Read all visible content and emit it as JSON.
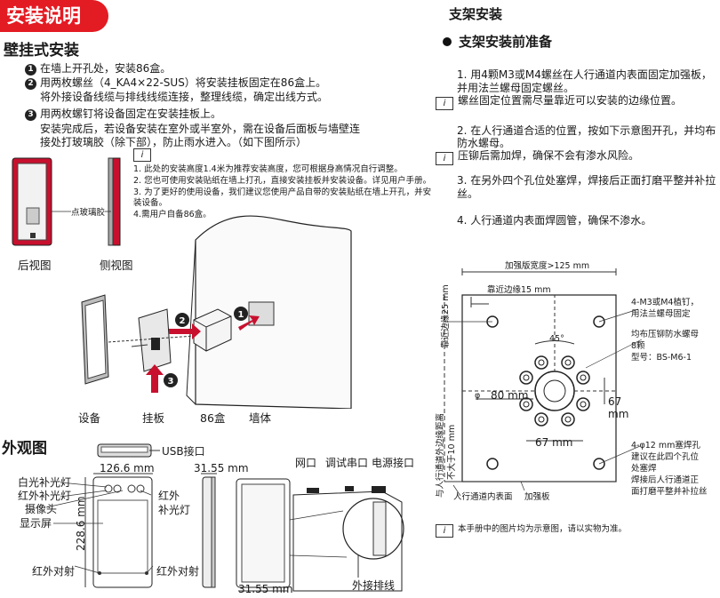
{
  "left": {
    "header": "安装说明",
    "section_wall": "壁挂式安装",
    "steps": [
      {
        "num": "1",
        "text": "在墙上开孔处，安装86盒。"
      },
      {
        "num": "2",
        "text": "用两枚螺丝（4_KA4×22-SUS）将安装挂板固定在86盒上。"
      },
      {
        "num": "",
        "text": "将外接设备线缆与排线线缆连接，整理线缆，确定出线方式。"
      },
      {
        "num": "3",
        "text": "用两枚螺钉将设备固定在安装挂板上。"
      },
      {
        "num": "",
        "text": "安装完成后，若设备安装在室外或半室外，需在设备后面板与墙壁连"
      },
      {
        "num": "",
        "text": "接处打玻璃胶（除下部），防止雨水进入。（如下图所示）"
      }
    ],
    "notes": [
      "1. 此处的安装高度1.4米为推荐安装高度，您可根据身高情况自行调整。",
      "2. 您也可使用安装贴纸在墙上打孔，直接安装挂板并安装设备。详见用户手册。",
      "3. 为了更好的使用设备，我们建议您使用产品自带的安装贴纸在墙上开孔，并安",
      "装设备。",
      "4.需用户自备86盒。"
    ],
    "glue_label": "点玻璃胶",
    "rear_view": "后视图",
    "side_view": "侧视图",
    "parts": {
      "device": "设备",
      "plate": "挂板",
      "box": "86盒",
      "wall": "墙体"
    },
    "callouts": [
      "1",
      "2",
      "3"
    ],
    "section_appearance": "外观图",
    "appearance": {
      "usb": "USB接口",
      "width": "126.6 mm",
      "depth": "31.55 mm",
      "height": "228.6 mm",
      "white_light": "白光补光灯",
      "ir_light_left": "红外补光灯",
      "camera": "摄像头",
      "screen": "显示屏",
      "ir_light_right_1": "红外",
      "ir_light_right_2": "补光灯",
      "ir_pair_left": "红外对射",
      "ir_pair_right": "红外对射",
      "net_port": "网口",
      "debug_port": "调试串口",
      "power_port": "电源接口",
      "depth_bottom": "31.55 mm",
      "ext_cable": "外接排线"
    }
  },
  "right": {
    "title": "支架安装",
    "subtitle": "支架安装前准备",
    "items": [
      {
        "text": "1. 用4颗M3或M4螺丝在人行通道内表面固定加强板，",
        "note": false
      },
      {
        "text": "并用法兰螺母固定螺丝。",
        "note": false
      },
      {
        "text": "螺丝固定位置需尽量靠近可以安装的边缘位置。",
        "note": true
      },
      {
        "text": "2. 在人行通道合适的位置，按如下示意图开孔，并均布",
        "note": false
      },
      {
        "text": "防水螺母。",
        "note": false
      },
      {
        "text": "压铆后需加焊，确保不会有渗水风险。",
        "note": true
      },
      {
        "text": "3. 在另外四个孔位处塞焊，焊接后正面打磨平整并补拉",
        "note": false
      },
      {
        "text": "丝。",
        "note": false
      },
      {
        "text": "4. 人行通道内表面焊圆管，确保不渗水。",
        "note": false
      }
    ],
    "diagram": {
      "plate_width": "加强版宽度>125 mm",
      "edge15": "靠近边缘15 mm",
      "edge25": "靠近边缘25 mm",
      "angle": "45°",
      "phi80": "80 mm",
      "dim67_h": "67 mm",
      "dim67_v": "67",
      "dim67_v2": "mm",
      "bolts_1": "4-M3或M4植钉，",
      "bolts_2": "用法兰螺母固定",
      "nut_1": "均布压铆防水螺母",
      "nut_2": "8颗",
      "nut_3": "型号：BS-M6-1",
      "plug_1": "4-φ12 mm塞焊孔",
      "plug_2": "建议在此四个孔位",
      "plug_3": "处塞焊",
      "plug_4": "焊接后人行通道正",
      "plug_5": "面打磨平整并补拉丝",
      "side_dist": "与人行通道外边缘距离",
      "side_dist2": "不大于10 mm",
      "inner_surface": "人行通道内表面",
      "plate": "加强板",
      "phi": "φ"
    },
    "footnote": "本手册中的图片均为示意图，请以实物为准。"
  }
}
